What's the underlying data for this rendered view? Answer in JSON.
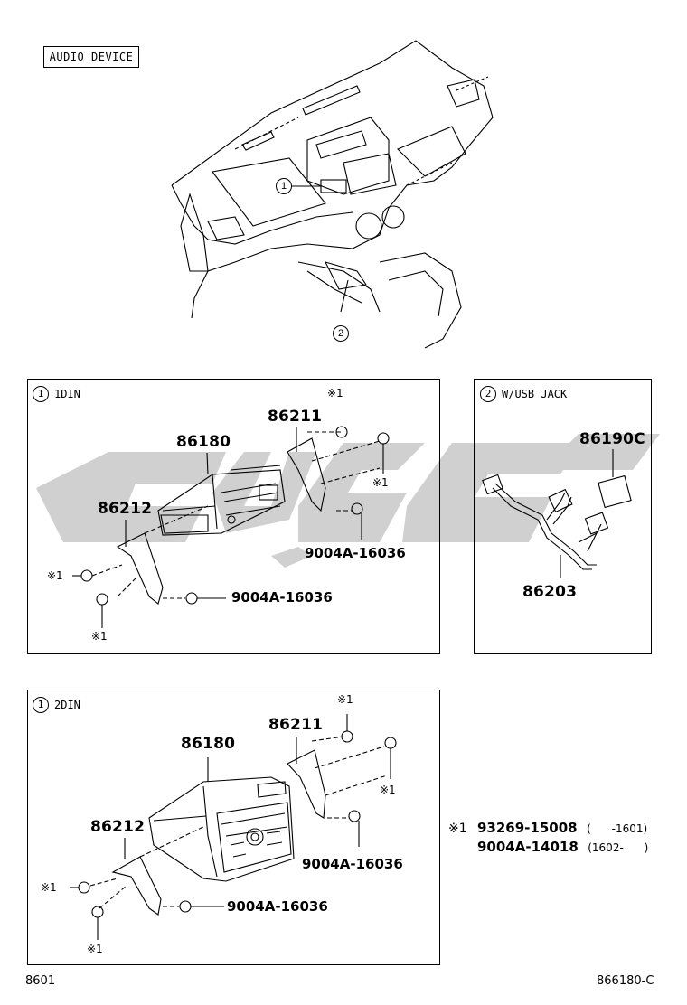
{
  "header": {
    "title": "AUDIO DEVICE"
  },
  "overview": {
    "callout_1": "1",
    "callout_2": "2"
  },
  "panel_1din": {
    "num": "1",
    "label": "1DIN",
    "parts": {
      "radio": "86180",
      "bracket_right": "86211",
      "bracket_left": "86212",
      "screw_right": "9004A-16036",
      "screw_left": "9004A-16036"
    },
    "note_mark": "※1"
  },
  "panel_usb": {
    "num": "2",
    "label": "W/USB JACK",
    "parts": {
      "jack": "86190C",
      "wire": "86203"
    }
  },
  "panel_2din": {
    "num": "1",
    "label": "2DIN",
    "parts": {
      "radio": "86180",
      "bracket_right": "86211",
      "bracket_left": "86212",
      "screw_right": "9004A-16036",
      "screw_left": "9004A-16036"
    },
    "note_mark": "※1"
  },
  "legend": {
    "mark": "※1",
    "rows": [
      {
        "part": "93269-15008",
        "range": "(      -1601)"
      },
      {
        "part": "9004A-14018",
        "range": "(1602-      )"
      }
    ]
  },
  "footer": {
    "left": "8601",
    "right": "866180-C"
  },
  "watermark": {
    "color": "#c8c8c8"
  }
}
